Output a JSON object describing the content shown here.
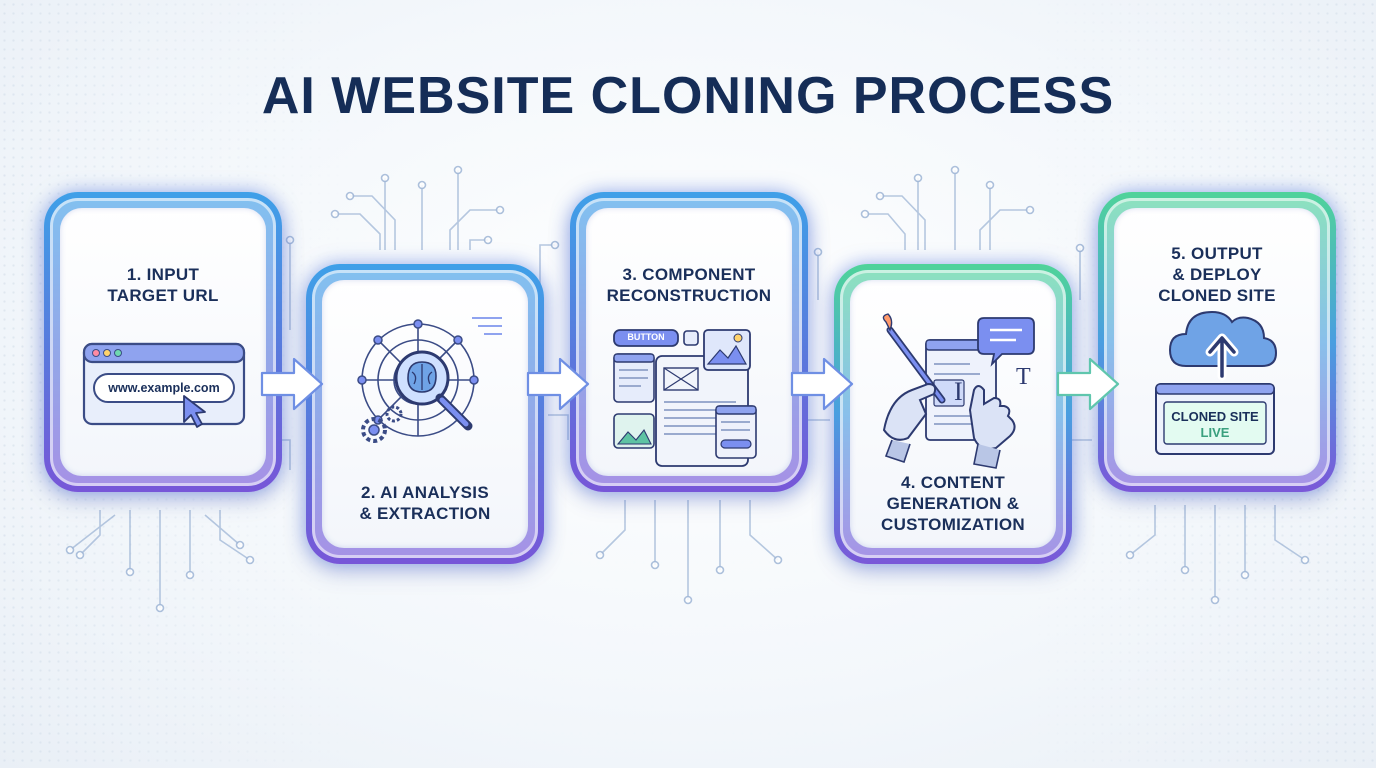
{
  "title": "AI WEBSITE CLONING PROCESS",
  "colors": {
    "title": "#152d57",
    "frame_blue": "#4a8fe4",
    "frame_violet": "#7656d8",
    "frame_green": "#4fd39a",
    "accent_icon": "#6a7ee6"
  },
  "steps": [
    {
      "label_lines": [
        "1. INPUT",
        "TARGET URL"
      ],
      "icon": "browser-url-icon",
      "url_text": "www.example.com"
    },
    {
      "label_lines": [
        "2. AI ANALYSIS",
        "& EXTRACTION"
      ],
      "icon": "brain-web-magnifier-icon"
    },
    {
      "label_lines": [
        "3. COMPONENT",
        "RECONSTRUCTION"
      ],
      "icon": "components-layout-icon",
      "button_text": "BUTTON"
    },
    {
      "label_lines": [
        "4. CONTENT",
        "GENERATION &",
        "CUSTOMIZATION"
      ],
      "icon": "robot-hands-editing-icon"
    },
    {
      "label_lines": [
        "5. OUTPUT",
        "& DEPLOY",
        "CLONED SITE"
      ],
      "icon": "cloud-upload-icon",
      "status_line_1": "CLONED SITE",
      "status_line_2": "LIVE"
    }
  ],
  "connectors": [
    "arrow-right-icon",
    "arrow-right-icon",
    "arrow-right-icon",
    "arrow-right-icon"
  ]
}
